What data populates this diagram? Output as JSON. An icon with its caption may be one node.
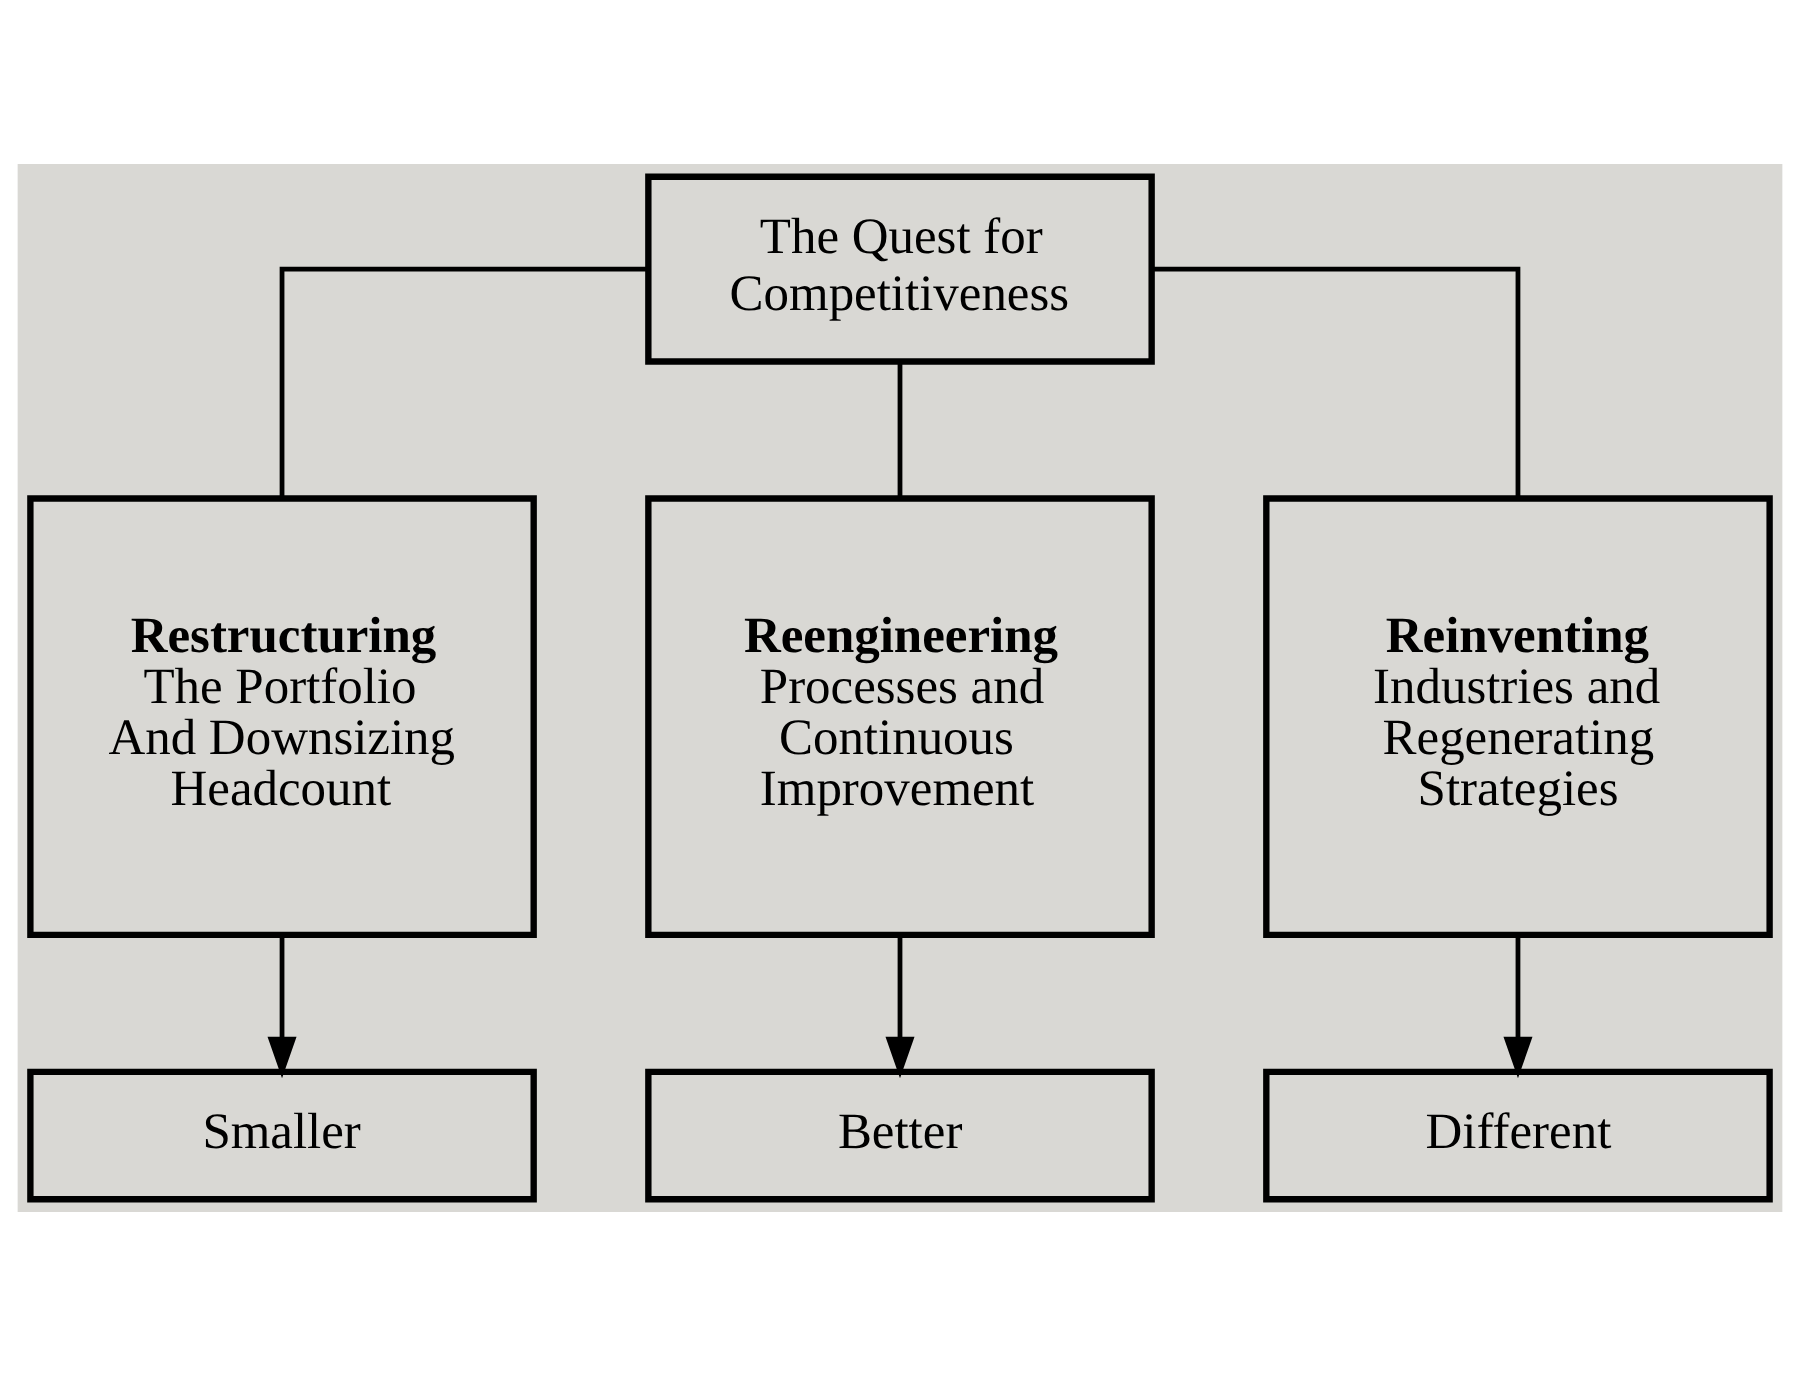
{
  "diagram": {
    "nodes": [
      {
        "text": [
          "The Quest for Competitiveness"
        ]
      },
      {
        "text": [
          "Restructuring",
          "The Portfolio And Downsizing Headcount"
        ]
      },
      {
        "text": [
          "Reengineering",
          "Processes and Continuous Improvement"
        ]
      },
      {
        "text": [
          "Reinventing",
          "Industries and Regenerating Strategies"
        ]
      },
      {
        "text": [
          "Smaller"
        ]
      },
      {
        "text": [
          "Better"
        ]
      },
      {
        "text": [
          "Different"
        ]
      }
    ],
    "edges": [
      {
        "from": 0,
        "to": 1,
        "arrow": "none"
      },
      {
        "from": 0,
        "to": 2,
        "arrow": "none"
      },
      {
        "from": 0,
        "to": 3,
        "arrow": "none"
      },
      {
        "from": 1,
        "to": 4,
        "arrow": "to"
      },
      {
        "from": 2,
        "to": 5,
        "arrow": "to"
      },
      {
        "from": 3,
        "to": 6,
        "arrow": "to"
      }
    ]
  }
}
